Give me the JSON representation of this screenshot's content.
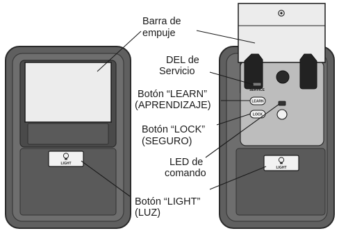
{
  "labels": {
    "push_bar": [
      "Barra de",
      "empuje"
    ],
    "service_led": [
      "DEL de",
      "Servicio"
    ],
    "learn_button": [
      "Botón “LEARN”",
      "(APRENDIZAJE)"
    ],
    "lock_button": [
      "Botón “LOCK”",
      "(SEGURO)"
    ],
    "command_led": [
      "LED de",
      "comando"
    ],
    "light_button": [
      "Botón “LIGHT”",
      "(LUZ)"
    ]
  },
  "control_text": {
    "light": "LIGHT",
    "learn": "LEARN",
    "lock": "LOCK",
    "service": "SERVICE"
  },
  "icons": {
    "bulb": "lightbulb-icon",
    "keyhole": "circle-icon"
  },
  "colors": {
    "housing": "#5f5f5f",
    "housing_inner": "#7a7a7a",
    "push_bar": "#ececec",
    "open_panel": "#bdbdbd",
    "leader_line": "#1a1a1a"
  }
}
